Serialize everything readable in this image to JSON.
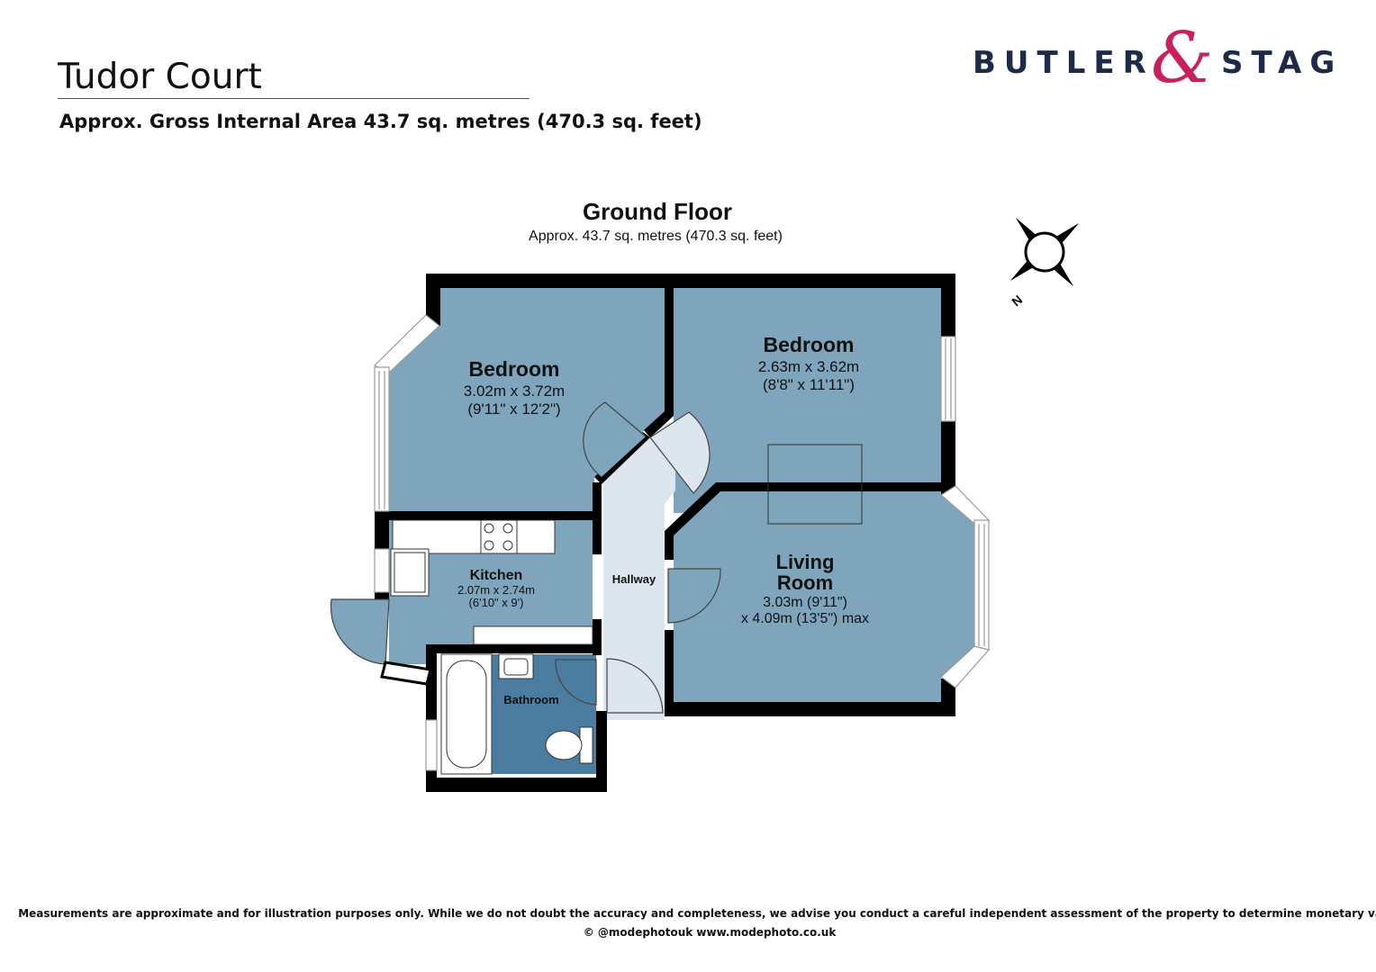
{
  "header": {
    "title": "Tudor Court",
    "subtitle": "Approx. Gross Internal Area 43.7 sq. metres (470.3 sq. feet)"
  },
  "logo": {
    "word_left": "BUTLER",
    "ampersand": "&",
    "word_right": "STAG"
  },
  "floor": {
    "name": "Ground Floor",
    "area": "Approx. 43.7 sq. metres (470.3 sq. feet)"
  },
  "rooms": {
    "bedroom1": {
      "name": "Bedroom",
      "dims_m": "3.02m x 3.72m",
      "dims_ft": "(9'11\" x 12'2\")"
    },
    "bedroom2": {
      "name": "Bedroom",
      "dims_m": "2.63m x 3.62m",
      "dims_ft": "(8'8\" x 11'11\")"
    },
    "kitchen": {
      "name": "Kitchen",
      "dims_m": "2.07m x 2.74m",
      "dims_ft": "(6'10\" x 9')"
    },
    "hallway": {
      "name": "Hallway"
    },
    "bathroom": {
      "name": "Bathroom"
    },
    "living": {
      "name_line1": "Living",
      "name_line2": "Room",
      "dims_line1": "3.03m (9'11\")",
      "dims_line2": "x 4.09m (13'5\") max"
    }
  },
  "compass": {
    "label": "N",
    "icon": "compass-icon"
  },
  "colors": {
    "room_fill": "#7fa5bd",
    "bathroom_fill": "#4a7d9f",
    "hallway_fill": "#dde6ef",
    "wall": "#000000",
    "accent": "#b9195f",
    "logo_text": "#1e2b48"
  },
  "footer": {
    "disclaimer": "Measurements are approximate and for illustration purposes only. While we do not doubt the accuracy and completeness, we advise you conduct a careful independent assessment of the property to determine monetary value",
    "credit": "© @modephotouk www.modephoto.co.uk"
  }
}
